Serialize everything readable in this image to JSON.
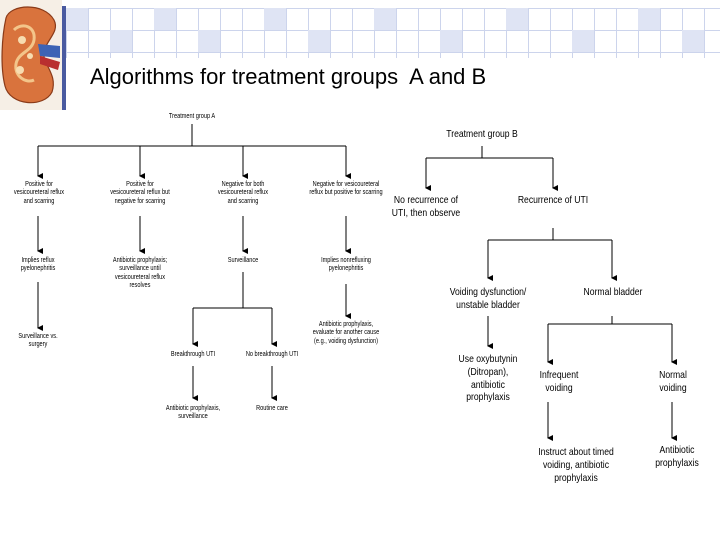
{
  "title": "Algorithms for treatment groups  A and B",
  "colors": {
    "stripe": "#4a5aa0",
    "grid": "#ccd4ec",
    "cell": "#dfe4f4"
  },
  "logo": {
    "icon": "kidney-icon"
  },
  "group_a": {
    "root": "Treatment group A",
    "level1": [
      "Positive for vesicoureteral reflux and scarring",
      "Positive for vesicoureteral reflux but negative for scarring",
      "Negative for both vesicoureteral reflux and scarring",
      "Negative for vesicoureteral reflux but positive for scarring"
    ],
    "level2": [
      "Implies reflux pyelonephritis",
      "Antibiotic prophylaxis; surveillance until vesicoureteral reflux resolves",
      "Surveillance",
      "Implies nonrefluxing pyelonephritis"
    ],
    "level3": [
      "Surveillance vs. surgery",
      "Breakthrough UTI",
      "No breakthrough UTI",
      "Antibiotic prophylaxis, evaluate for another cause (e.g., voiding dysfunction)"
    ],
    "level4": [
      "Antibiotic prophylaxis, surveillance",
      "Routine care"
    ]
  },
  "group_b": {
    "root": "Treatment group B",
    "level1": [
      "No recurrence of UTI, then observe",
      "Recurrence of UTI"
    ],
    "level2": [
      "Voiding dysfunction/ unstable bladder",
      "Normal bladder"
    ],
    "level3": [
      "Use oxybutynin (Ditropan), antibiotic prophylaxis",
      "Infrequent voiding",
      "Normal voiding"
    ],
    "level4": [
      "Instruct about timed voiding, antibiotic prophylaxis",
      "Antibiotic prophylaxis"
    ]
  }
}
